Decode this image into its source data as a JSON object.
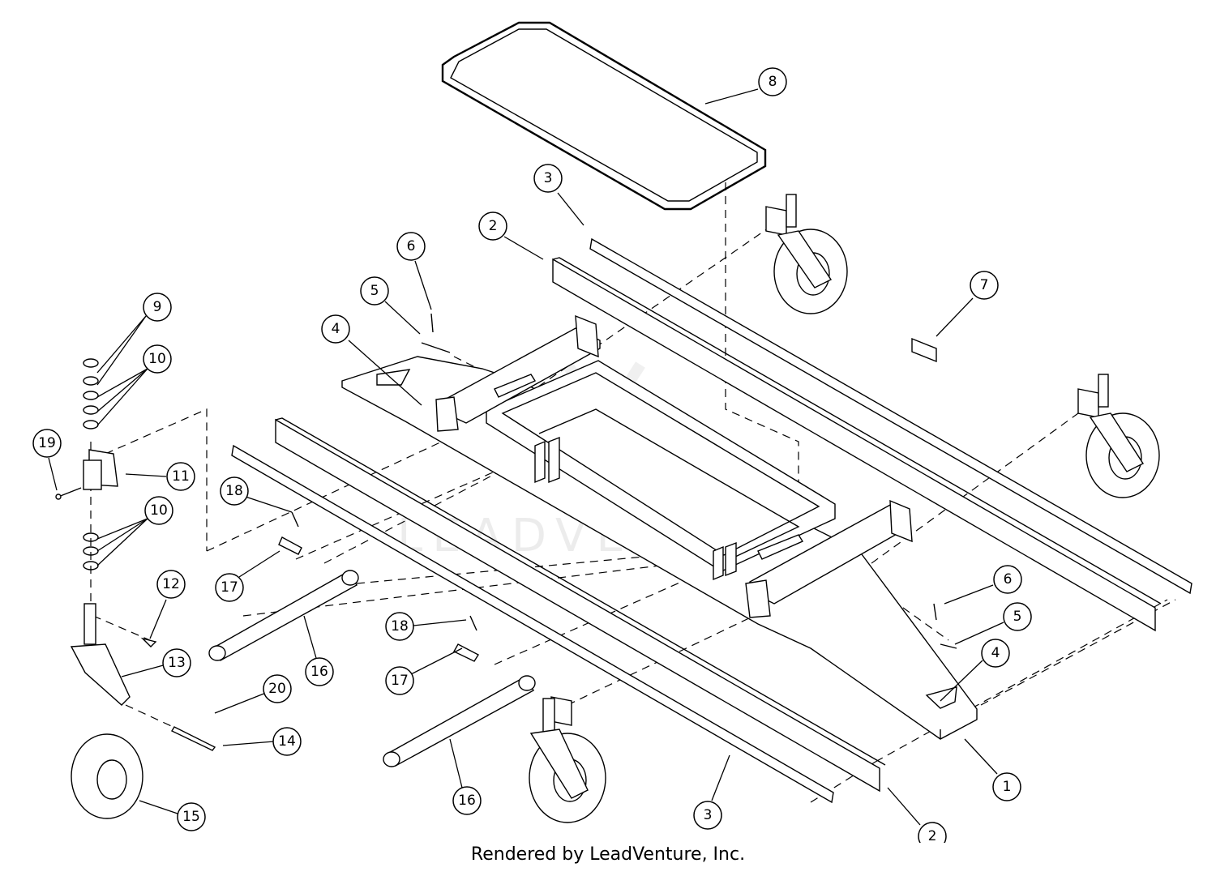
{
  "credit": "Rendered by LeadVenture, Inc.",
  "watermark": "LEADVENTURE",
  "callouts": [
    {
      "label": "8"
    },
    {
      "label": "3"
    },
    {
      "label": "2"
    },
    {
      "label": "6"
    },
    {
      "label": "5"
    },
    {
      "label": "4"
    },
    {
      "label": "7"
    },
    {
      "label": "9"
    },
    {
      "label": "10"
    },
    {
      "label": "19"
    },
    {
      "label": "11"
    },
    {
      "label": "10"
    },
    {
      "label": "18"
    },
    {
      "label": "17"
    },
    {
      "label": "12"
    },
    {
      "label": "13"
    },
    {
      "label": "16"
    },
    {
      "label": "20"
    },
    {
      "label": "14"
    },
    {
      "label": "15"
    },
    {
      "label": "18"
    },
    {
      "label": "17"
    },
    {
      "label": "16"
    },
    {
      "label": "6"
    },
    {
      "label": "5"
    },
    {
      "label": "4"
    },
    {
      "label": "1"
    },
    {
      "label": "3"
    },
    {
      "label": "2"
    }
  ]
}
